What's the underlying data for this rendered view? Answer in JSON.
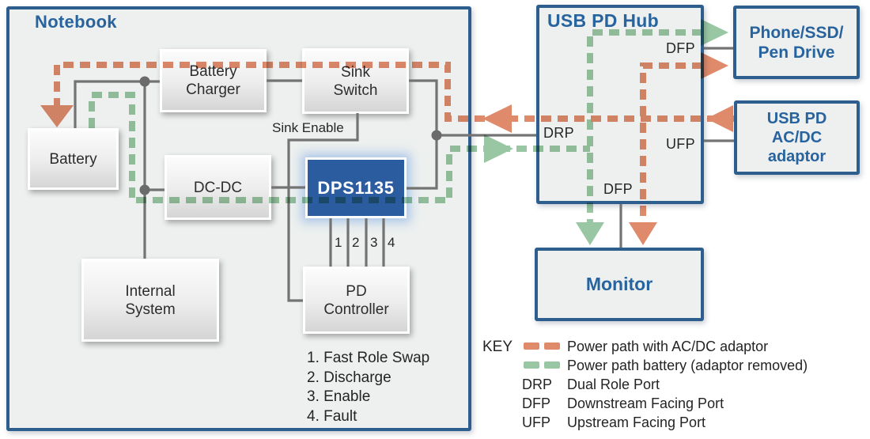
{
  "colors": {
    "orange": "#E08A6C",
    "green": "#9AC7A3",
    "blue_border": "#2D5E8E",
    "blue_text": "#27639E",
    "chip_blue": "#2C5CA0",
    "line_gray": "#737373",
    "dot_gray": "#6B6B6B",
    "panel_fill": "#EDF0EF"
  },
  "notebook": {
    "title": "Notebook",
    "sink_enable": "Sink Enable",
    "blocks": {
      "battery_charger": {
        "lines": [
          "Battery",
          "Charger"
        ]
      },
      "sink_switch": {
        "lines": [
          "Sink",
          "Switch"
        ]
      },
      "battery": {
        "lines": [
          "Battery"
        ]
      },
      "dcdc": {
        "lines": [
          "DC-DC"
        ]
      },
      "dps1135": {
        "lines": [
          "DPS1135"
        ]
      },
      "internal_system": {
        "lines": [
          "Internal",
          "System"
        ]
      },
      "pd_controller": {
        "lines": [
          "PD",
          "Controller"
        ]
      }
    },
    "pins": [
      "1",
      "2",
      "3",
      "4"
    ],
    "notes": [
      "1. Fast Role Swap",
      "2. Discharge",
      "3. Enable",
      "4. Fault"
    ]
  },
  "hub": {
    "title": "USB PD Hub",
    "ports": {
      "dfp_top": "DFP",
      "drp": "DRP",
      "ufp": "UFP",
      "dfp_bottom": "DFP"
    }
  },
  "devices": {
    "phone": {
      "lines": [
        "Phone/SSD/",
        "Pen Drive"
      ]
    },
    "adaptor": {
      "lines": [
        "USB PD",
        "AC/DC",
        "adaptor"
      ]
    },
    "monitor": {
      "lines": [
        "Monitor"
      ]
    }
  },
  "key": {
    "label": "KEY",
    "entries": [
      {
        "swatch": "orange-dash",
        "text": "Power path with AC/DC adaptor"
      },
      {
        "swatch": "green-dash",
        "text": "Power path battery (adaptor removed)"
      },
      {
        "abbr": "DRP",
        "text": "Dual Role Port"
      },
      {
        "abbr": "DFP",
        "text": "Downstream Facing Port"
      },
      {
        "abbr": "UFP",
        "text": "Upstream Facing Port"
      }
    ]
  }
}
